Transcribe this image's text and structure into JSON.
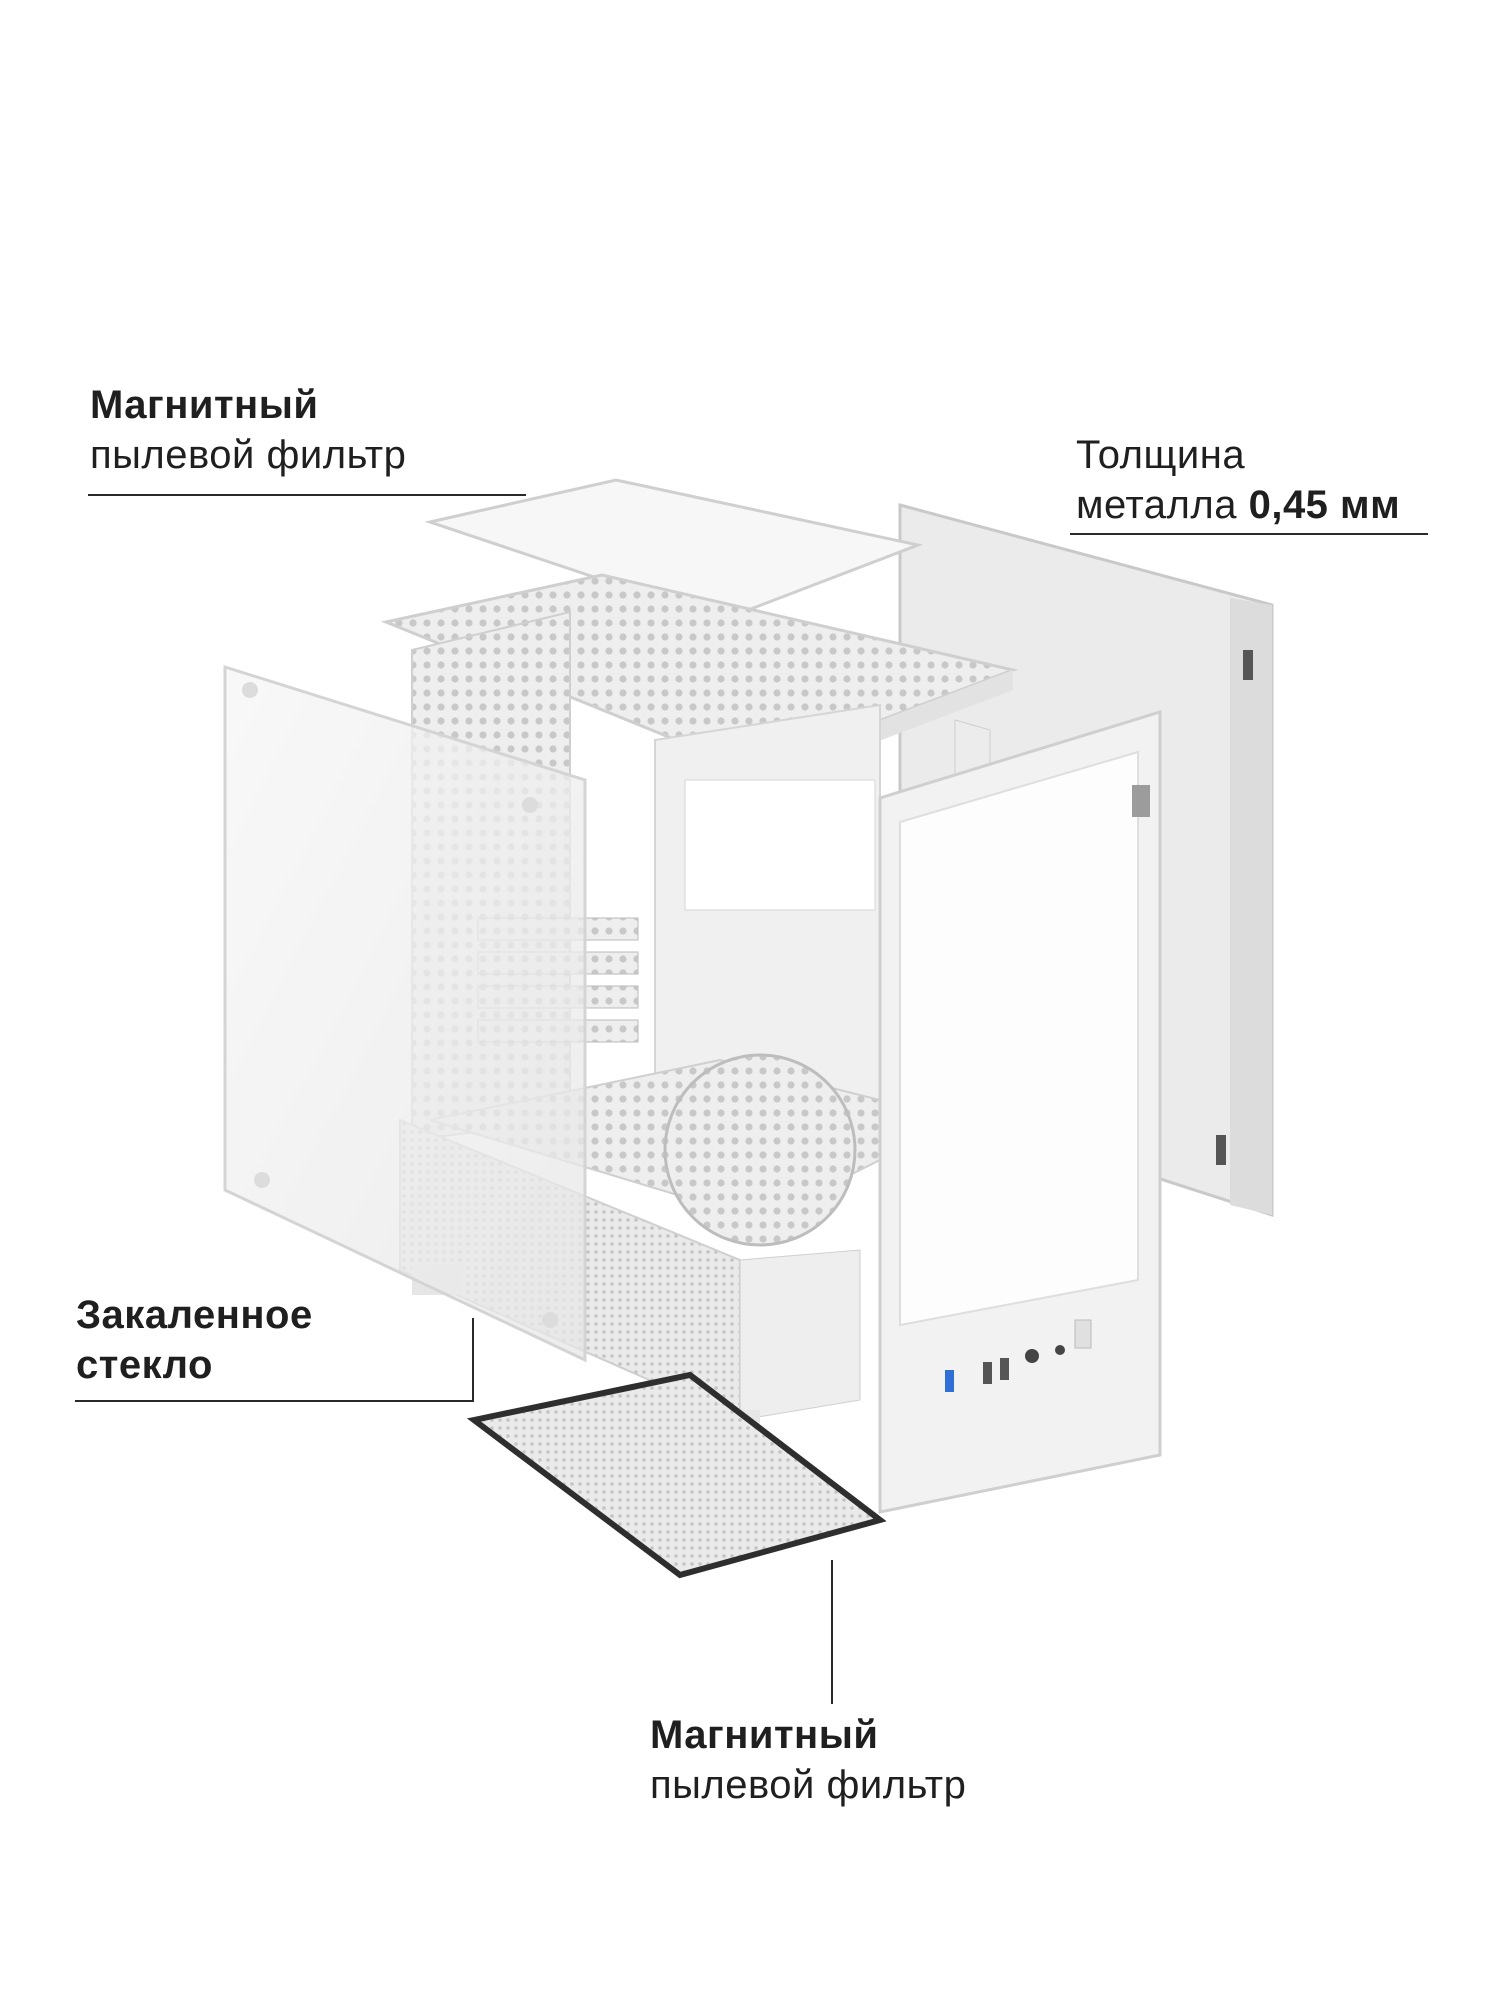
{
  "callouts": {
    "top_filter": {
      "line1": "Магнитный",
      "line2": "пылевой фильтр"
    },
    "metal": {
      "line1": "Толщина",
      "line2_prefix": "металла ",
      "line2_value": "0,45 мм"
    },
    "glass": {
      "line1": "Закаленное",
      "line2": "стекло"
    },
    "bottom_filter": {
      "line1": "Магнитный",
      "line2": "пылевой фильтр"
    }
  },
  "colors": {
    "text": "#1f1f1f",
    "case_white": "#f4f4f4",
    "edge_gray": "#c9c9c9",
    "usb_blue": "#2f6fd6"
  }
}
